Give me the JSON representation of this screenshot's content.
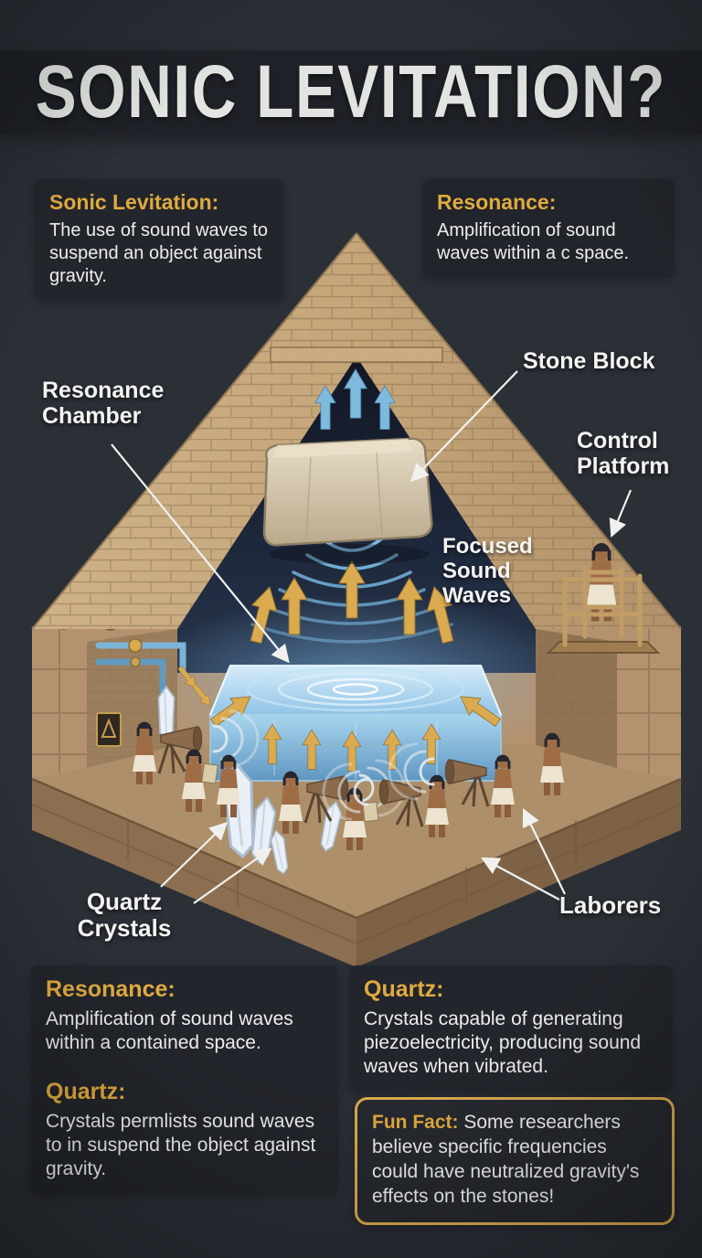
{
  "header": {
    "title": "SONIC LEVITATION?"
  },
  "top_definitions": {
    "sonic_levitation": {
      "title": "Sonic Levitation:",
      "body": "The use of sound waves to suspend an object against gravity."
    },
    "resonance": {
      "title": "Resonance:",
      "body": "Amplification of sound waves within a c space."
    }
  },
  "diagram": {
    "labels": {
      "stone_block": "Stone Block",
      "resonance_chamber": "Resonance Chamber",
      "control_platform": "Control Platform",
      "focused_sound_waves": "Focused Sound Waves",
      "quartz_crystals": "Quartz Crystals",
      "laborers": "Laborers"
    },
    "elements": [
      "pyramid-cutaway",
      "floating-stone-block",
      "sound-ripples",
      "gold-up-arrows",
      "blue-up-arrows",
      "glowing-resonance-pool",
      "laborers-with-horns",
      "quartz-crystals",
      "control-platform",
      "wall-pipes"
    ]
  },
  "bottom_definitions": {
    "resonance": {
      "title": "Resonance:",
      "body": "Amplification of sound waves within a contained space."
    },
    "quartz_left": {
      "title": "Quartz:",
      "body": "Crystals permlists sound waves to in suspend the object against gravity."
    },
    "quartz_right": {
      "title": "Quartz:",
      "body": "Crystals capable of generating piezoelectricity, producing sound waves when vibrated."
    }
  },
  "fun_fact": {
    "title": "Fun Fact:",
    "body": " Some researchers believe specific frequencies could have neutralized gravity's effects on the stones!"
  },
  "colors": {
    "background": "#272B32",
    "panel": "#1E2127",
    "accent_gold": "#E0A83C",
    "sound_blue": "#7EC5EF",
    "stone_tan": "#C6A87A",
    "label_white": "#F3F4F2"
  }
}
